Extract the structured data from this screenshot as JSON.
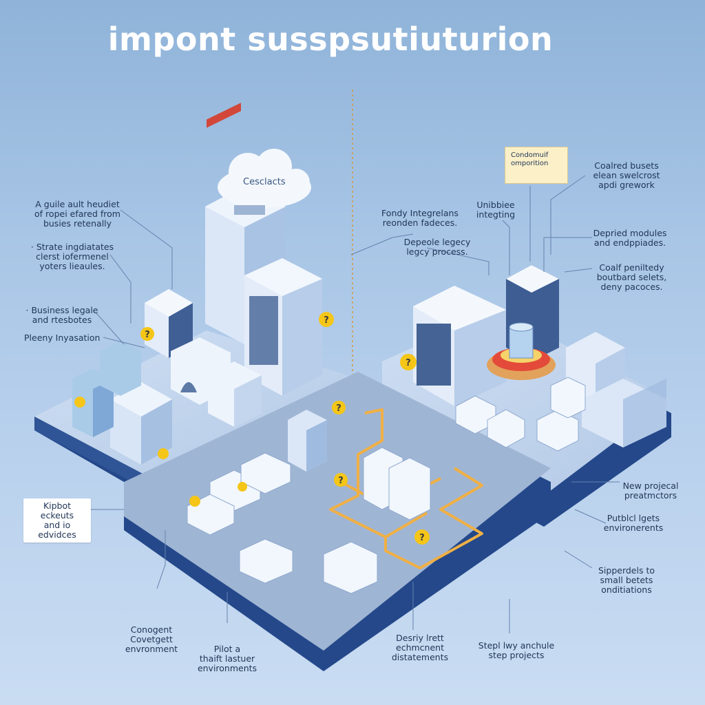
{
  "title": "impont susspsutiuturion",
  "cloud_label": "Cesclacts",
  "note_card": "Condomuif\nomporition",
  "labels": {
    "left": [
      "A guile ault heudiet\nof ropei efared from\nbusies retenally",
      "· Strate ingdiatates\nclerst iofermenel\nyoters lieaules.",
      "· Business legale\nand rtesbotes",
      "Pleeny Inyasation"
    ],
    "left_boxed": "Kipbot eckeuts\nand io edvidces",
    "center": [
      "Fondy Integrelans\nreonden fadeces.",
      "Depeole legecy\nlegcy process.",
      "Unibbiee\nintegting"
    ],
    "right": [
      "Coalred busets\nelean swelcrost\napdi grework",
      "Depried modules\nand endppiades.",
      "Coalf peniltedy\nboutbard selets,\ndeny pacoces."
    ],
    "right_lower": [
      "New projecal\npreatmctors",
      "Putblcl lgets\nenvironerents",
      "Sipperdels to\nsmall betets\nonditiations"
    ],
    "bottom": [
      "Conogent\nCovetgett\nenvronment",
      "Pilot a\nthaift lastuer\nenvironments",
      "Desriy lrett\nechmcnent\ndistatements",
      "Stepl lwy anchule\nstep projects"
    ]
  },
  "colors": {
    "platform_top": "#c3d6ee",
    "platform_side": "#2f5596",
    "building_light": "#dfeaf8",
    "building_dark": "#3d5d93",
    "pipe": "#f0b045",
    "badge": "#f5c618",
    "leader": "#5f7fa8"
  },
  "icons": [
    "cloud-icon",
    "question-badge-icon",
    "server-icon",
    "database-icon"
  ]
}
